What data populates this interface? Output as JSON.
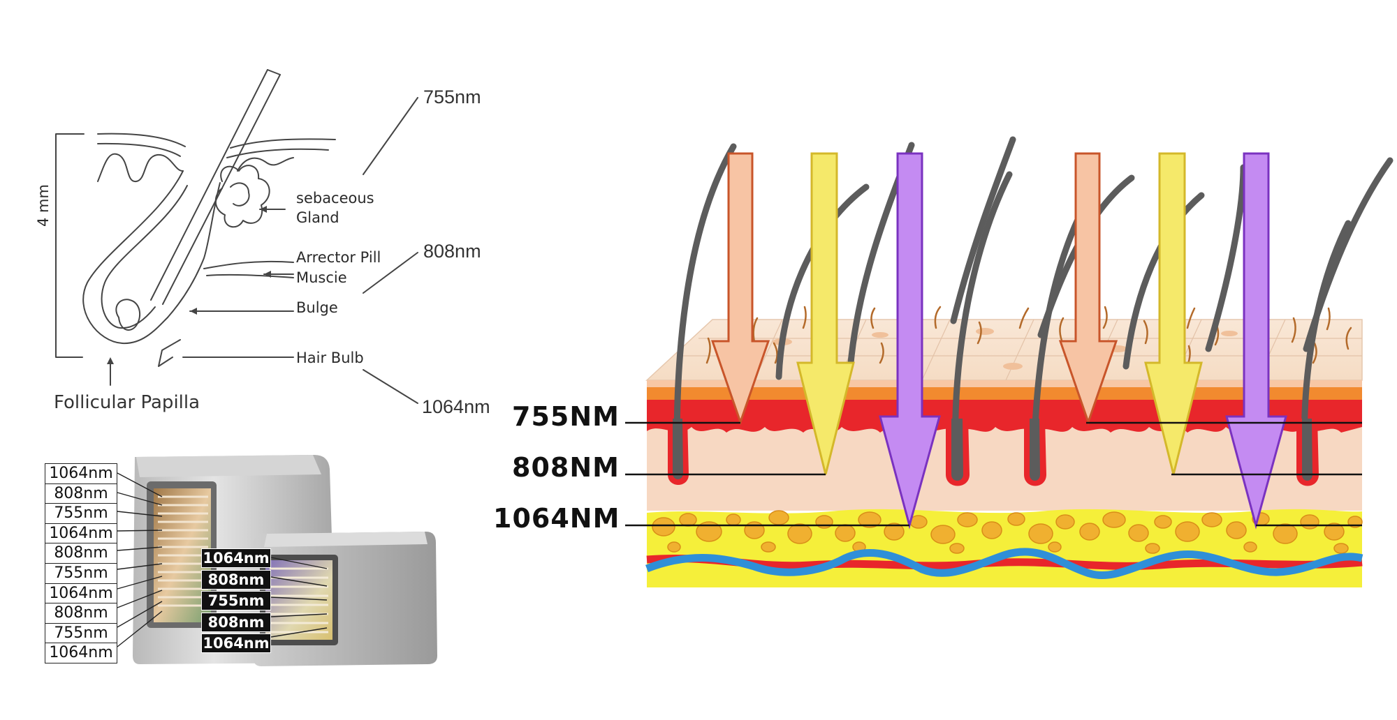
{
  "follicle_diagram": {
    "wavelength_labels": [
      "755nm",
      "808nm",
      "1064nm"
    ],
    "anatomy_labels": {
      "sebaceous": "sebaceous",
      "gland": "Gland",
      "arrector": "Arrector Pill",
      "muscle": "Muscie",
      "bulge": "Bulge",
      "hair_bulb": "Hair Bulb"
    },
    "scale_label": "4 mm",
    "papilla_label": "Follicular Papilla"
  },
  "handpiece": {
    "left_labels": [
      "1064nm",
      "808nm",
      "755nm",
      "1064nm",
      "808nm",
      "755nm",
      "1064nm",
      "808nm",
      "755nm",
      "1064nm"
    ],
    "right_labels": [
      "1064nm",
      "808nm",
      "755nm",
      "808nm",
      "1064nm"
    ]
  },
  "skin_diagram": {
    "depth_labels": [
      "755NM",
      "808NM",
      "1064NM"
    ],
    "colors": {
      "arrow_755": "#f7c4a4",
      "arrow_808": "#f5e96a",
      "arrow_1064": "#c48bf2",
      "epidermis": "#f7d8c2",
      "fat": "#f5ef3a",
      "fat_globule": "#f0b030",
      "vessel_red": "#e8262b",
      "vessel_blue": "#2f8fd8"
    }
  }
}
